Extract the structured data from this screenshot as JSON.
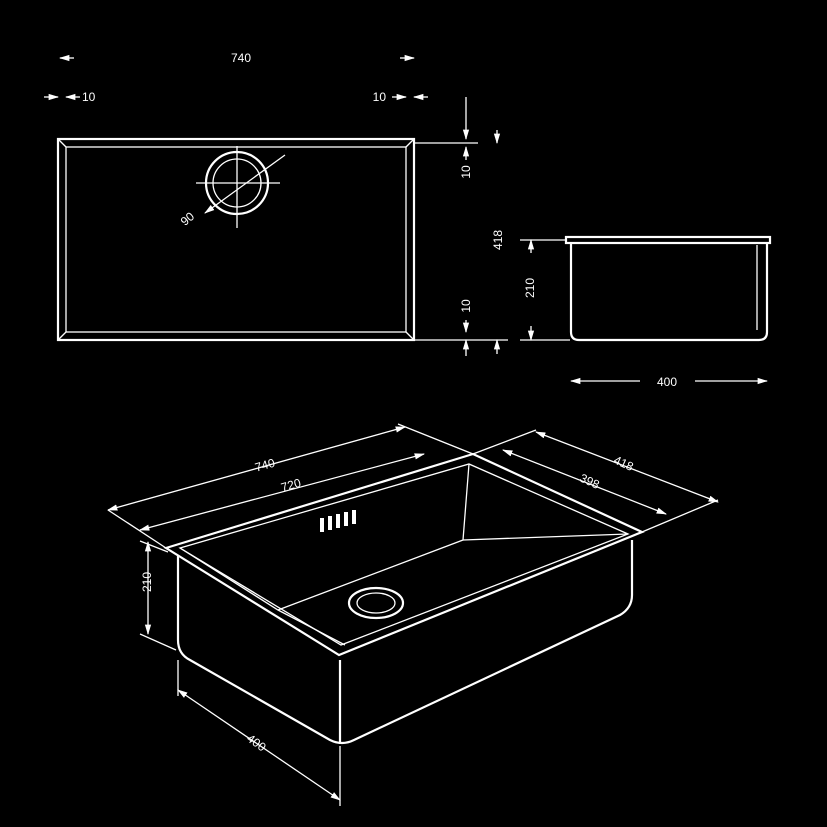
{
  "top_view": {
    "overall_width": "740",
    "left_flange": "10",
    "right_flange": "10",
    "drain_diameter": "90",
    "top_flange": "10",
    "bottom_flange": "10",
    "overall_depth": "418"
  },
  "side_view": {
    "height": "210",
    "width": "400"
  },
  "iso_view": {
    "overall_length": "740",
    "inner_length": "720",
    "overall_depth": "418",
    "inner_depth": "398",
    "height": "210",
    "width": "400"
  },
  "colors": {
    "background": "#000000",
    "lines": "#ffffff"
  }
}
